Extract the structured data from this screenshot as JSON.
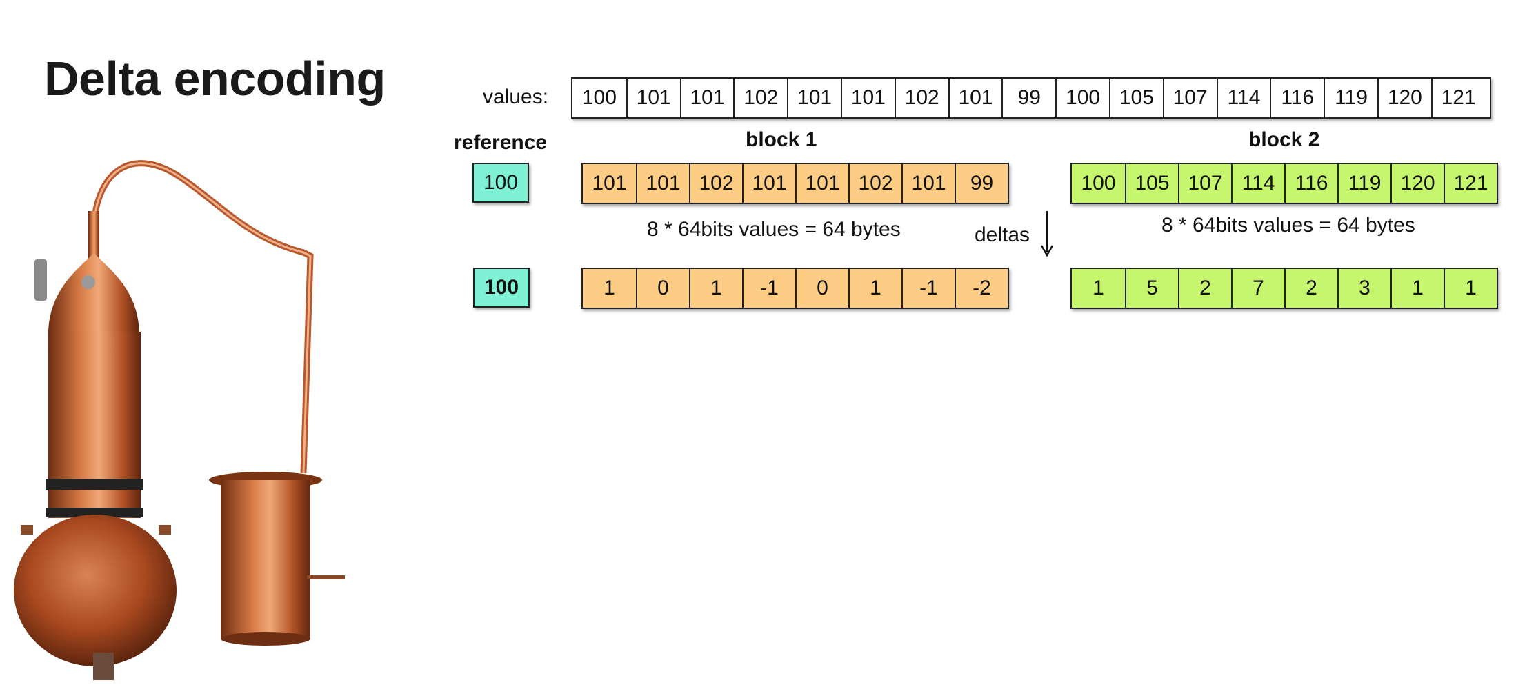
{
  "title": "Delta encoding",
  "values_label": "values:",
  "values": [
    "100",
    "101",
    "101",
    "102",
    "101",
    "101",
    "102",
    "101",
    "99",
    "100",
    "105",
    "107",
    "114",
    "116",
    "119",
    "120",
    "121"
  ],
  "reference_label": "reference",
  "block1": {
    "label": "block 1",
    "values": [
      "101",
      "101",
      "102",
      "101",
      "101",
      "102",
      "101",
      "99"
    ],
    "size_text": "8 * 64bits values = 64 bytes",
    "deltas": [
      "1",
      "0",
      "1",
      "-1",
      "0",
      "1",
      "-1",
      "-2"
    ]
  },
  "block2": {
    "label": "block 2",
    "values": [
      "100",
      "105",
      "107",
      "114",
      "116",
      "119",
      "120",
      "121"
    ],
    "size_text": "8 * 64bits values = 64 bytes",
    "deltas": [
      "1",
      "5",
      "2",
      "7",
      "2",
      "3",
      "1",
      "1"
    ]
  },
  "reference_value": "100",
  "reference_value_encoded": "100",
  "deltas_label": "deltas",
  "colors": {
    "reference": "#7ff2d6",
    "block1": "#fdcd86",
    "block2": "#c6f56e",
    "copper": "#b8582e"
  }
}
